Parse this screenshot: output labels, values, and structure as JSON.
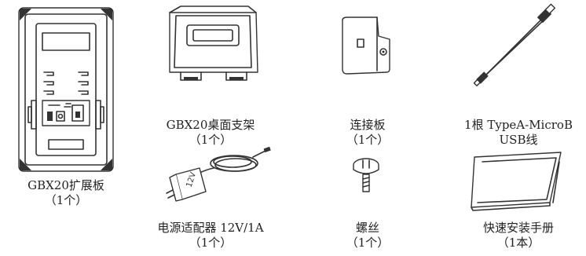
{
  "items": [
    {
      "name": "GBX20扩展板",
      "qty": "（1个）"
    },
    {
      "name": "GBX20桌面支架",
      "qty": "（1个）"
    },
    {
      "name": "连接板",
      "qty": "（1个）"
    },
    {
      "name": "1根 TypeA-MicroB",
      "name2": "USB线"
    },
    {
      "name": "电源适配器 12V/1A",
      "qty": "（1个）"
    },
    {
      "name": "螺丝",
      "qty": "（1个）"
    },
    {
      "name": "快速安装手册",
      "qty": "（1本）"
    }
  ],
  "adapter_label": "12V"
}
